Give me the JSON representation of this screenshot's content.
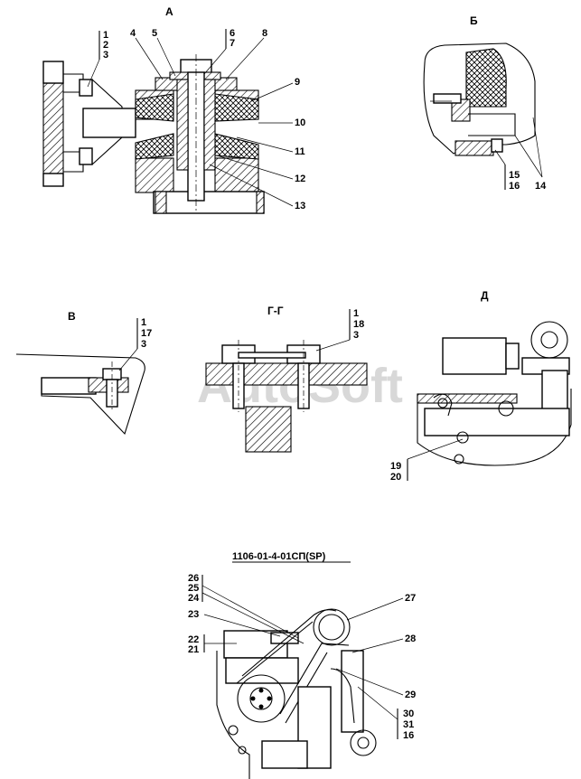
{
  "views": {
    "A": "А",
    "B": "Б",
    "V": "В",
    "G": "Г-Г",
    "D": "Д"
  },
  "document_code": "1106-01-4-01СП(SP)",
  "watermark": "AutoSoft",
  "callouts": {
    "A": {
      "stack_left": [
        "1",
        "2",
        "3"
      ],
      "stack_right": [
        "6",
        "7"
      ],
      "n4": "4",
      "n5": "5",
      "n8": "8",
      "n9": "9",
      "n10": "10",
      "n11": "11",
      "n12": "12",
      "n13": "13"
    },
    "B": {
      "stack": [
        "15",
        "16"
      ],
      "n14": "14"
    },
    "V": {
      "stack": [
        "1",
        "17",
        "3"
      ]
    },
    "G": {
      "stack": [
        "1",
        "18",
        "3"
      ]
    },
    "D": {
      "stack": [
        "19",
        "20"
      ]
    },
    "SP": {
      "stack_top": [
        "26",
        "25",
        "24"
      ],
      "n23": "23",
      "stack_mid": [
        "22",
        "21"
      ],
      "n27": "27",
      "n28": "28",
      "n29": "29",
      "stack_right": [
        "30",
        "31",
        "16"
      ]
    }
  }
}
